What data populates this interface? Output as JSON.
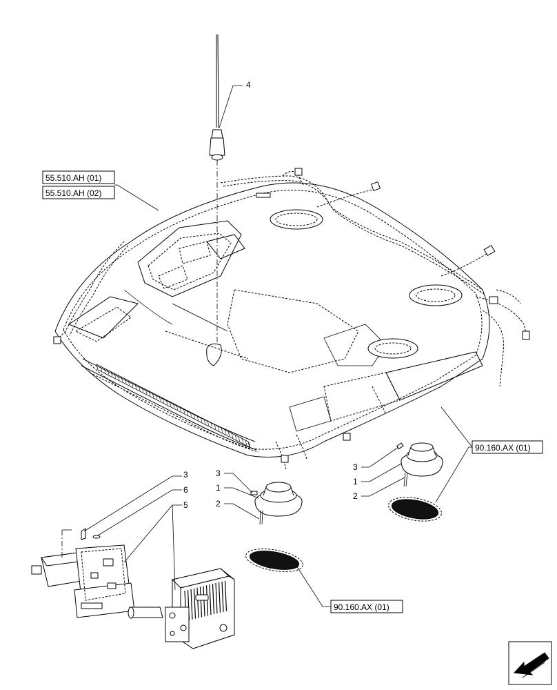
{
  "callouts": {
    "antenna": "4",
    "speaker_right_cover_clip": "3",
    "speaker_right_speaker": "1",
    "speaker_right_screw": "2",
    "speaker_left_cover_clip": "3",
    "speaker_left_speaker": "1",
    "speaker_left_screw": "2",
    "radio_screw": "3",
    "radio_washer": "6",
    "radio_unit": "5"
  },
  "references": {
    "harness_ref_1": "55.510.AH (01)",
    "harness_ref_2": "55.510.AH (02)",
    "speaker_ref_right": "90.160.AX (01)",
    "speaker_ref_bottom": "90.160.AX (01)"
  },
  "icons": {
    "nav": "arrow-back-icon"
  }
}
